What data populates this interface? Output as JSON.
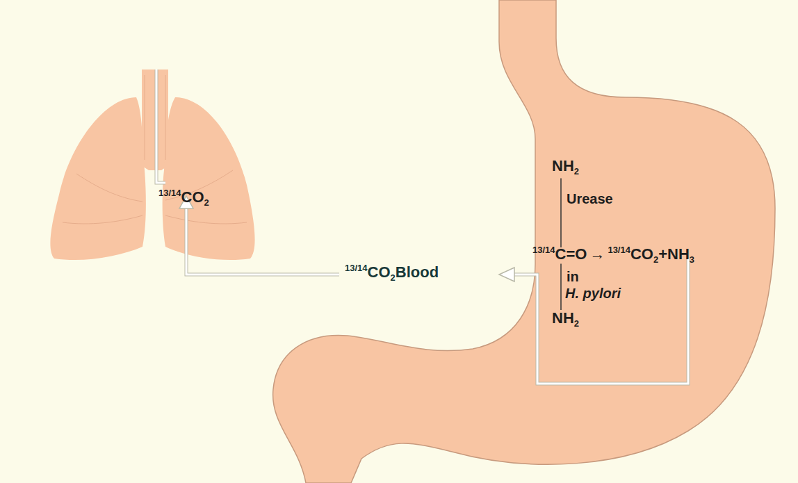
{
  "diagram": {
    "labels": [
      "13/14",
      "CO",
      "2",
      "13/14",
      "CO",
      "2",
      "Blood",
      "NH",
      "2",
      "Urease",
      "13/14",
      "C=O",
      "→",
      "13/14",
      "CO",
      "2",
      "+NH",
      "3",
      "in",
      "H. pylori",
      "NH",
      "2"
    ]
  }
}
